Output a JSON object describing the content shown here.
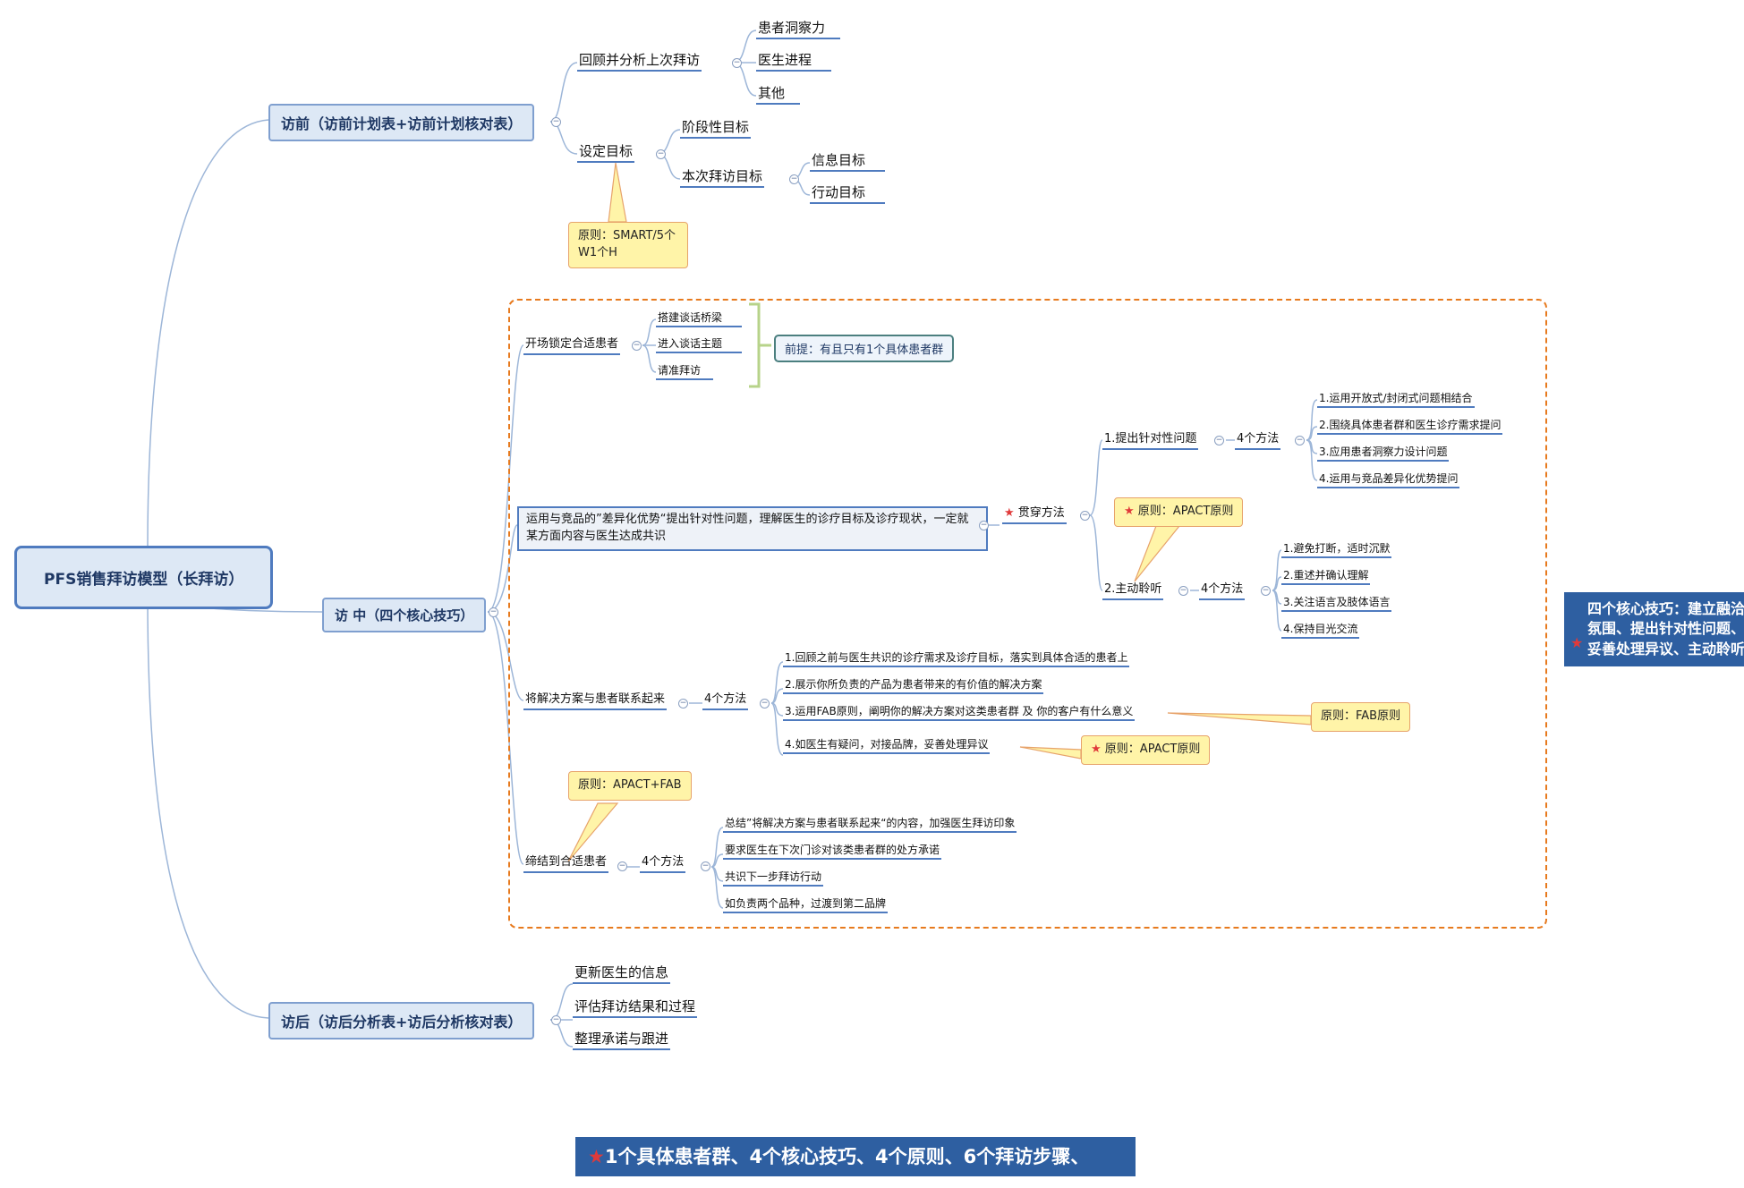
{
  "root": {
    "label": "PFS销售拜访模型（长拜访）"
  },
  "pre_visit": {
    "label": "访前（访前计划表+访前计划核对表）",
    "review": {
      "label": "回顾并分析上次拜访",
      "items": [
        "患者洞察力",
        "医生进程",
        "其他"
      ]
    },
    "goals": {
      "label": "设定目标",
      "phase_goal": "阶段性目标",
      "visit_goal": {
        "label": "本次拜访目标",
        "items": [
          "信息目标",
          "行动目标"
        ]
      },
      "principle": "原则：SMART/5个W1个H"
    }
  },
  "in_visit": {
    "label": "访 中（四个核心技巧）",
    "opening": {
      "label": "开场锁定合适患者",
      "items": [
        "搭建谈话桥梁",
        "进入谈话主题",
        "请准拜访"
      ],
      "premise": "前提：有且只有1个具体患者群"
    },
    "differentiation": {
      "label": "运用与竞品的”差异化优势“提出针对性问题，理解医生的诊疗目标及诊疗现状，一定就某方面内容与医生达成共识",
      "method": "贯穿方法",
      "questioning": {
        "label": "1.提出针对性问题",
        "methods_label": "4个方法",
        "items": [
          "1.运用开放式/封闭式问题相结合",
          "2.围绕具体患者群和医生诊疗需求提问",
          "3.应用患者洞察力设计问题",
          "4.运用与竞品差异化优势提问"
        ]
      },
      "listening": {
        "label": "2.主动聆听",
        "methods_label": "4个方法",
        "principle": "原则：APACT原则",
        "items": [
          "1.避免打断，适时沉默",
          "2.重述并确认理解",
          "3.关注语言及肢体语言",
          "4.保持目光交流"
        ]
      }
    },
    "solution": {
      "label": "将解决方案与患者联系起来",
      "methods_label": "4个方法",
      "items": [
        "1.回顾之前与医生共识的诊疗需求及诊疗目标，落实到具体合适的患者上",
        "2.展示你所负责的产品为患者带来的有价值的解决方案",
        "3.运用FAB原则，阐明你的解决方案对这类患者群 及 你的客户有什么意义",
        "4.如医生有疑问，对接品牌，妥善处理异议"
      ],
      "fab_principle": "原则：FAB原则",
      "apact_principle": "原则：APACT原则"
    },
    "closing": {
      "label": "缔结到合适患者",
      "methods_label": "4个方法",
      "principle": "原则：APACT+FAB",
      "items": [
        "总结”将解决方案与患者联系起来“的内容，加强医生拜访印象",
        "要求医生在下次门诊对该类患者群的处方承诺",
        "共识下一步拜访行动",
        "如负责两个品种，过渡到第二品牌"
      ]
    }
  },
  "post_visit": {
    "label": "访后（访后分析表+访后分析核对表）",
    "items": [
      "更新医生的信息",
      "评估拜访结果和过程",
      "整理承诺与跟进"
    ]
  },
  "side_note": "四个核心技巧：建立融洽氛围、提出针对性问题、妥善处理异议、主动聆听",
  "bottom_banner": "1个具体患者群、4个核心技巧、4个原则、6个拜访步骤、",
  "colors": {
    "line": "#9db6d8",
    "underline": "#4f7bbf",
    "dashed_frame": "#e77a1e",
    "callout_fill": "#fff4a8",
    "banner": "#2e5fa1",
    "star": "#e03a3a"
  }
}
